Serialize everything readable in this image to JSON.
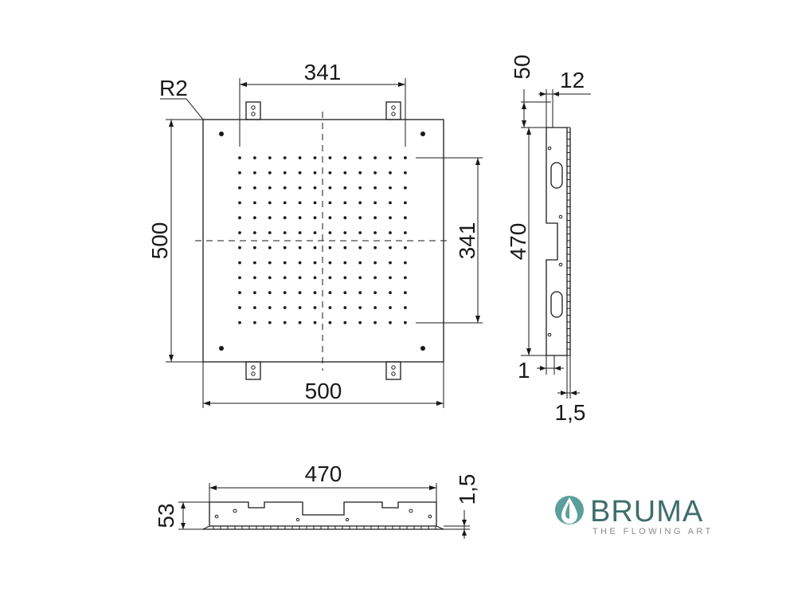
{
  "front_view": {
    "radius_label": "R2",
    "width_label": "500",
    "height_label": "500",
    "nozzle_span_h_label": "341",
    "nozzle_span_v_label": "341"
  },
  "side_view": {
    "height_label": "470",
    "top_offset_label": "50",
    "depth_label": "12",
    "step_label": "1",
    "bottom_thickness_label": "1,5"
  },
  "bottom_view": {
    "length_label": "470",
    "height_label": "53",
    "thickness_label": "1,5"
  },
  "brand": {
    "name": "BRUMA",
    "tagline": "THE FLOWING ART",
    "color": "#5a9f9c",
    "name_color": "#3f6e6c",
    "tagline_color": "#8a8a8a",
    "icon": "water-drop-icon"
  }
}
